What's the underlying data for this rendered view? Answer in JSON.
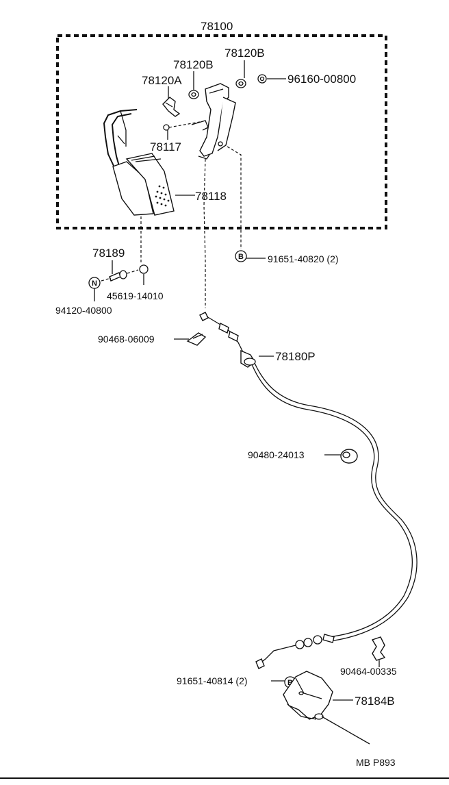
{
  "labels": {
    "assembly": "78100",
    "bushing_b_left": "78120B",
    "bushing_b_right": "78120B",
    "bushing_a": "78120A",
    "nut_right": "96160-00800",
    "spring": "78117",
    "pedal_pad": "78118",
    "stopper_bolt": "78189",
    "bolt_b_upper": "91651-40820 (2)",
    "nut_n": "94120-40800",
    "washer": "45619-14010",
    "clamp": "90468-06009",
    "cable": "78180P",
    "grommet": "90480-24013",
    "clip": "90464-00335",
    "bolt_b_lower": "91651-40814 (2)",
    "bracket": "78184B",
    "page_code": "MB P893"
  },
  "markers": {
    "b_upper": "B",
    "b_lower": "B",
    "n": "N"
  }
}
